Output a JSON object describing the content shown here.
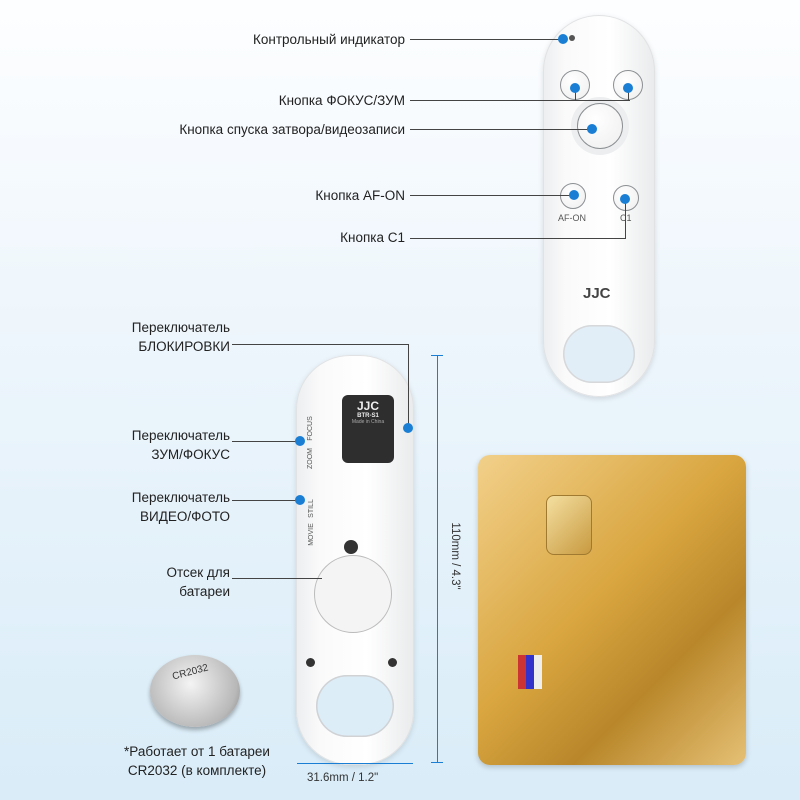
{
  "labels": {
    "indicator": "Контрольный индикатор",
    "focus_zoom": "Кнопка ФОКУС/ЗУМ",
    "shutter": "Кнопка спуска затвора/видеозаписи",
    "af_on": "Кнопка AF-ON",
    "c1": "Кнопка C1",
    "lock_1": "Переключатель",
    "lock_2": "БЛОКИРОВКИ",
    "zoomfocus_1": "Переключатель",
    "zoomfocus_2": "ЗУМ/ФОКУС",
    "moviestill_1": "Переключатель",
    "moviestill_2": "ВИДЕО/ФОТО",
    "battery_1": "Отсек для",
    "battery_2": "батареи"
  },
  "front": {
    "af_on": "AF-ON",
    "c1": "C1",
    "brand": "JJC"
  },
  "back": {
    "brand": "JJC",
    "model": "BTR-S1",
    "made": "Made in China",
    "focus": "FOCUS",
    "zoom": "ZOOM",
    "still": "STILL",
    "movie": "MOVIE"
  },
  "dimensions": {
    "height": "110mm / 4.3\"",
    "width": "31.6mm / 1.2\""
  },
  "battery": {
    "coin": "CR2032",
    "note_1": "*Работает от 1 батареи",
    "note_2": "CR2032 (в комплекте)"
  },
  "colors": {
    "accent": "#1a7fd4",
    "card": "#d9a640"
  }
}
